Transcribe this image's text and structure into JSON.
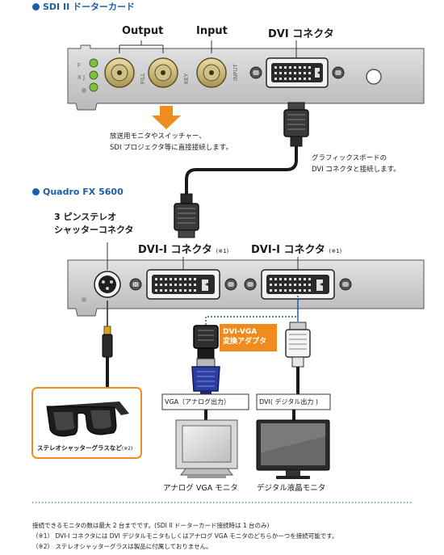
{
  "sdi_section": {
    "title": "SDI II ドーターカード"
  },
  "sdi_card": {
    "output_label": "Output",
    "input_label": "Input",
    "dvi_label": "DVI コネクタ",
    "fill_label": "FILL",
    "key_label": "KEY",
    "input_vertical": "INPUT",
    "bracket_letters": "F  X  J"
  },
  "sdi_notes": {
    "output_note_line1": "放送用モニタやスイッチャー、",
    "output_note_line2": "SDI プロジェクタ等に直接接続します。",
    "cable_note_line1": "グラフィックスボードの",
    "cable_note_line2": "DVI コネクタと接続します。"
  },
  "quadro_section": {
    "title": "Quadro FX 5600"
  },
  "quadro_card": {
    "stereo_label_line1": "3 ピンステレオ",
    "stereo_label_line2": "シャッターコネクタ",
    "dvi1_label": "DVI-I コネクタ",
    "dvi1_note": "(※1)",
    "dvi2_label": "DVI-I コネクタ",
    "dvi2_note": "(※1)"
  },
  "adapter": {
    "label_line1": "DVI-VGA",
    "label_line2": "変換アダプタ"
  },
  "glasses": {
    "label": "ステレオシャッターグラスなど",
    "note": "(※2)"
  },
  "outputs": {
    "vga_box": "VGA（アナログ出力）",
    "dvi_box": "DVI( デジタル出力 )",
    "vga_monitor": "アナログ VGA モニタ",
    "dvi_monitor": "デジタル液晶モニタ"
  },
  "footnotes": {
    "line1": "接続できるモニタの数は最大 2 台までです。(SDI II ドーターカード接続時は 1 台のみ)",
    "line2": "（※1） DVI-I コネクタには DVI デジタルモニタもしくはアナログ VGA モニタのどちらか一つを接続可能です。",
    "line3": "（※2） ステレオシャッターグラスは製品に付属しておりません。"
  },
  "colors": {
    "accent_blue": "#1b5fa8",
    "callout_orange": "#f08c1e",
    "bracket_grey": "#c9c9c9",
    "led_green": "#7cc242",
    "vga_blue": "#2c3fa0"
  },
  "icons": [
    "arrow-down-icon",
    "bnc-connector-icon",
    "dvi-plug-icon",
    "vga-plug-icon",
    "stereo-plug-icon",
    "shutter-glasses-icon",
    "crt-monitor-icon",
    "lcd-monitor-icon"
  ]
}
